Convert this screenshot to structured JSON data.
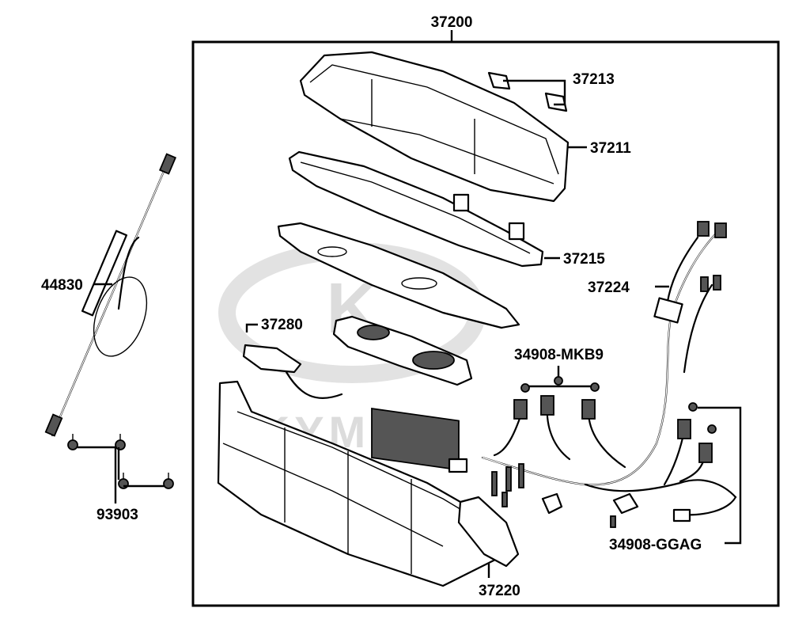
{
  "diagram": {
    "watermark_text": "KYMCO",
    "watermark_logo_letter": "K",
    "callouts": {
      "assembly": "37200",
      "cable": "44830",
      "screws": "93903",
      "clip": "37213",
      "lens_cover": "37211",
      "panel": "37215",
      "socket": "37280",
      "harness": "37224",
      "bulbs_upper": "34908-MKB9",
      "bulbs_right": "34908-GGAG",
      "lower_case": "37220"
    }
  }
}
